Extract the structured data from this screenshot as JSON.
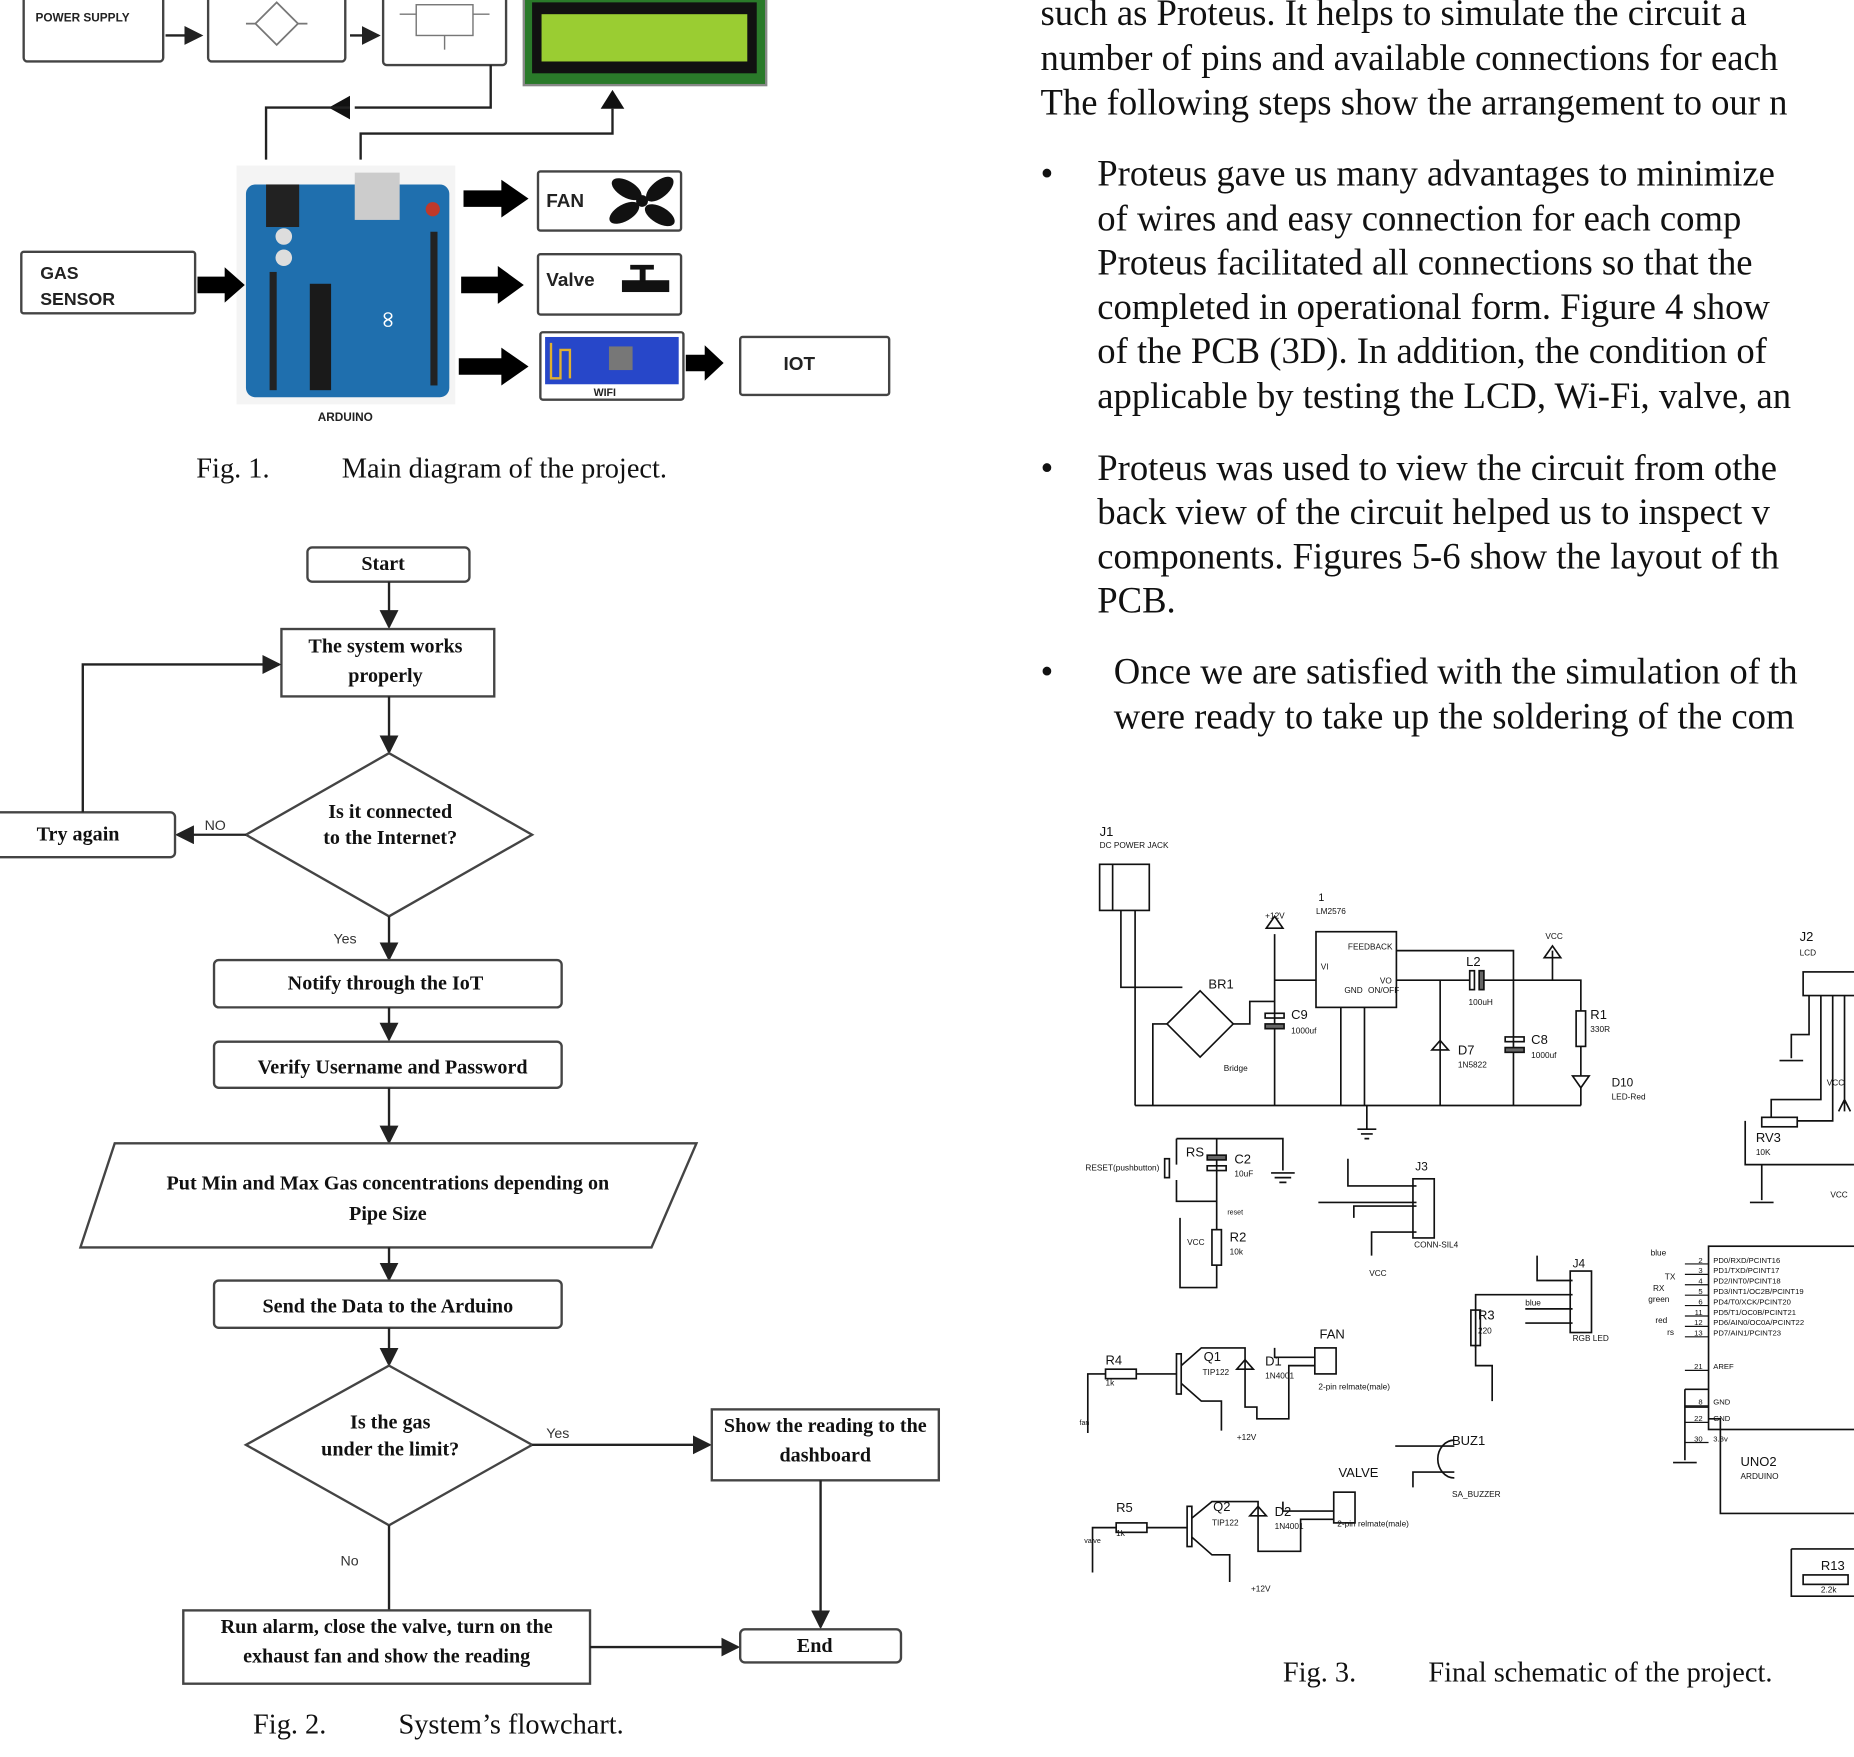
{
  "body": {
    "intro_lines": [
      "such as Proteus. It helps to simulate the circuit a",
      "number of pins and available connections for each",
      "The following steps show the arrangement to our n"
    ],
    "bullets": [
      [
        "Proteus gave us many advantages to minimize",
        "of wires and easy connection for each comp",
        "Proteus facilitated all connections so that the",
        "completed in operational form. Figure 4 show",
        "of the PCB (3D). In addition, the condition of",
        "applicable by testing the LCD, Wi-Fi, valve, an"
      ],
      [
        "Proteus was used to view the circuit from othe",
        "back view of the circuit helped us to inspect v",
        "components. Figures 5-6 show the layout of th",
        "PCB."
      ],
      [
        "Once we are satisfied with the simulation of th",
        "were ready to take up the soldering of the com"
      ]
    ],
    "bullet_glyph": "•"
  },
  "fig1": {
    "power_supply": "POWER SUPPLY",
    "gas_sensor": [
      "GAS",
      "SENSOR"
    ],
    "fan": "FAN",
    "valve": "Valve",
    "wifi": "WIFI",
    "iot": "IOT",
    "arduino": "ARDUINO",
    "caption_num": "Fig. 1.",
    "caption_text": "Main diagram of the project."
  },
  "fig2": {
    "start": "Start",
    "works": [
      "The system works",
      "properly"
    ],
    "connected": [
      "Is it connected",
      "to the Internet?"
    ],
    "no_upper": "NO",
    "try_again": "Try again",
    "yes_lower": "Yes",
    "notify": "Notify through the IoT",
    "verify": "Verify Username and Password",
    "put_minmax": [
      "Put Min and Max Gas concentrations depending on",
      "Pipe Size"
    ],
    "send": "Send the Data to the Arduino",
    "gas_limit": [
      "Is the gas",
      "under the limit?"
    ],
    "yes": "Yes",
    "no": "No",
    "show": [
      "Show the reading to the",
      "dashboard"
    ],
    "run_alarm": [
      "Run alarm, close the valve, turn on the",
      "exhaust fan and show the reading"
    ],
    "end": "End",
    "caption_num": "Fig. 2.",
    "caption_text": "System’s flowchart."
  },
  "fig3": {
    "labels": [
      "J1",
      "DC POWER JACK",
      "+12V",
      "1",
      "LM2576",
      "FEEDBACK",
      "VI",
      "VO",
      "GND",
      "ON/OFF",
      "BR1",
      "Bridge",
      "C9",
      "1000uf",
      "L2",
      "100uH",
      "VCC",
      "R1",
      "330R",
      "D7",
      "1N5822",
      "C8",
      "1000uf",
      "D10",
      "LED-Red",
      "RS",
      "C2",
      "10uF",
      "RESET(pushbutton)",
      "R2",
      "10k",
      "VCC",
      "reset",
      "J3",
      "CONN-SIL4",
      "VCC",
      "J4",
      "RGB LED",
      "R3",
      "220",
      "blue",
      "FAN",
      "Q1",
      "TIP122",
      "D1",
      "1N4001",
      "R4",
      "1k",
      "2-pin relmate(male)",
      "+12V",
      "fan",
      "VALVE",
      "Q2",
      "TIP122",
      "D2",
      "1N4001",
      "R5",
      "1k",
      "2-pin relmate(male)",
      "+12V",
      "valve",
      "BUZ1",
      "SA_BUZZER",
      "J2",
      "LCD",
      "RV3",
      "10K",
      "VCC",
      "UNO2",
      "ARDUINO",
      "R13",
      "2.2k",
      "VCC",
      "blue",
      "TX",
      "RX",
      "green",
      "red",
      "rs"
    ],
    "uno_pins": [
      {
        "num": "2",
        "name": "PD0/RXD/PCINT16"
      },
      {
        "num": "3",
        "name": "PD1/TXD/PCINT17"
      },
      {
        "num": "4",
        "name": "PD2/INT0/PCINT18"
      },
      {
        "num": "5",
        "name": "PD3/INT1/OC2B/PCINT19"
      },
      {
        "num": "6",
        "name": "PD4/T0/XCK/PCINT20"
      },
      {
        "num": "11",
        "name": "PD5/T1/OC0B/PCINT21"
      },
      {
        "num": "12",
        "name": "PD6/AIN0/OC0A/PCINT22"
      },
      {
        "num": "13",
        "name": "PD7/AIN1/PCINT23"
      },
      {
        "num": "21",
        "name": "AREF"
      },
      {
        "num": "8",
        "name": "GND"
      },
      {
        "num": "22",
        "name": "GND"
      },
      {
        "num": "30",
        "name": "3.3v"
      }
    ],
    "caption_num": "Fig. 3.",
    "caption_text": "Final schematic of the project."
  },
  "colors": {
    "arduino_blue": "#1f6fae",
    "lcd_green": "#9acd32",
    "wifi_blue": "#2747c9"
  }
}
